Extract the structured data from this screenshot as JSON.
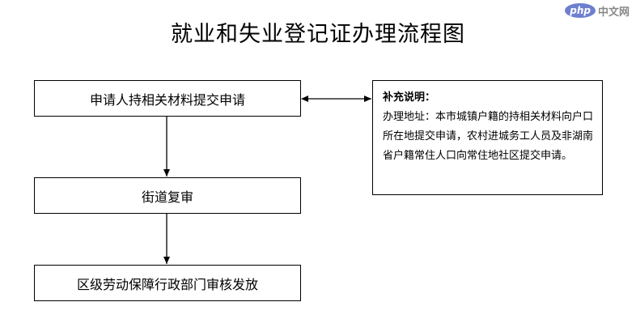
{
  "title": "就业和失业登记证办理流程图",
  "steps": [
    {
      "label": "申请人持相关材料提交申请"
    },
    {
      "label": "街道复审"
    },
    {
      "label": "区级劳动保障行政部门审核发放"
    }
  ],
  "note": {
    "title": "补充说明：",
    "body": "办理地址：本市城镇户籍的持相关材料向户口所在地提交申请，农村进城务工人员及非湖南省户籍常住人口向常住地社区提交申请。"
  },
  "watermark": {
    "brand": "php",
    "text": "中文网"
  }
}
